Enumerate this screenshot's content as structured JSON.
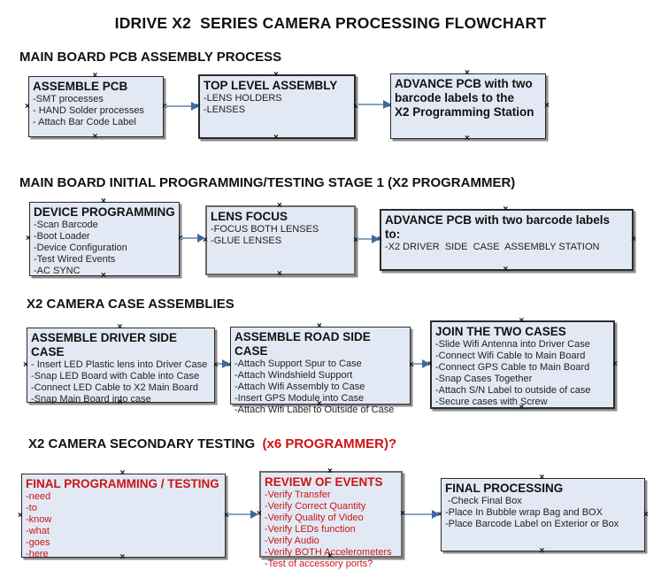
{
  "title": "IDRIVE X2  SERIES CAMERA PROCESSING FLOWCHART",
  "colors": {
    "accent_red": "#cc1414",
    "box_fill": "#e2e9f4",
    "box_border": "#2b2b2b",
    "arrow_line": "#8aa2bd",
    "arrow_head": "#3f68a0",
    "shadow": "#8c8c8c"
  },
  "sections": [
    {
      "header": "MAIN BOARD PCB ASSEMBLY PROCESS",
      "header_red": "",
      "boxes": [
        {
          "title": "ASSEMBLE PCB",
          "items": [
            "-SMT processes",
            "- HAND Solder processes",
            "- Attach Bar Code Label"
          ]
        },
        {
          "title": "TOP LEVEL ASSEMBLY",
          "items": [
            "-LENS HOLDERS",
            "-LENSES"
          ]
        },
        {
          "title": "ADVANCE PCB with two\nbarcode labels to the\n X2 Programming Station",
          "items": []
        }
      ]
    },
    {
      "header": "MAIN BOARD INITIAL PROGRAMMING/TESTING STAGE 1 (X2 PROGRAMMER)",
      "header_red": "",
      "boxes": [
        {
          "title": "DEVICE PROGRAMMING",
          "items": [
            "-Scan Barcode",
            "-Boot Loader",
            "-Device Configuration",
            "-Test Wired Events",
            "-AC SYNC"
          ]
        },
        {
          "title": "LENS FOCUS",
          "items": [
            "-FOCUS BOTH LENSES",
            "-GLUE LENSES"
          ]
        },
        {
          "title": "ADVANCE PCB with two barcode labels to:",
          "items": [
            "-X2 DRIVER  SIDE  CASE  ASSEMBLY STATION"
          ]
        }
      ]
    },
    {
      "header": "X2 CAMERA CASE ASSEMBLIES",
      "header_red": "",
      "boxes": [
        {
          "title": "ASSEMBLE DRIVER SIDE CASE",
          "items": [
            "- Insert LED Plastic lens into Driver Case",
            "-Snap LED Board with Cable into Case",
            "-Connect LED Cable to X2 Main Board",
            "-Snap Main Board into case"
          ]
        },
        {
          "title": "ASSEMBLE ROAD SIDE CASE",
          "items": [
            "-Attach Support Spur to Case",
            "-Attach Windshield Support",
            "-Attach Wifi Assembly to Case",
            "-Insert GPS Module into Case",
            "-Attach Wifi Label to Outside of Case"
          ]
        },
        {
          "title": "JOIN THE TWO CASES",
          "items": [
            "-Slide Wifi Antenna into Driver Case",
            "-Connect Wifi Cable to Main Board",
            "-Connect GPS Cable to Main Board",
            "-Snap Cases Together",
            "-Attach S/N Label to outside of case",
            "-Secure cases with Screw"
          ]
        }
      ]
    },
    {
      "header": "X2 CAMERA SECONDARY TESTING  ",
      "header_red": "(x6 PROGRAMMER)?",
      "boxes": [
        {
          "title": "FINAL PROGRAMMING / TESTING",
          "items": [
            "-need",
            "-to",
            "-know",
            "-what",
            "-goes",
            "-here"
          ]
        },
        {
          "title": "REVIEW OF EVENTS",
          "items": [
            "-Verify Transfer",
            "-Verify Correct Quantity",
            "-Verify Quality of Video",
            "-Verify LEDs function",
            "-Verify Audio",
            "-Verify BOTH Accelerometers",
            "-Test of accessory ports?"
          ]
        },
        {
          "title": "FINAL PROCESSING",
          "items": [
            " -Check Final Box",
            "-Place In Bubble wrap Bag and BOX",
            "-Place Barcode Label on Exterior or Box"
          ]
        }
      ]
    }
  ]
}
